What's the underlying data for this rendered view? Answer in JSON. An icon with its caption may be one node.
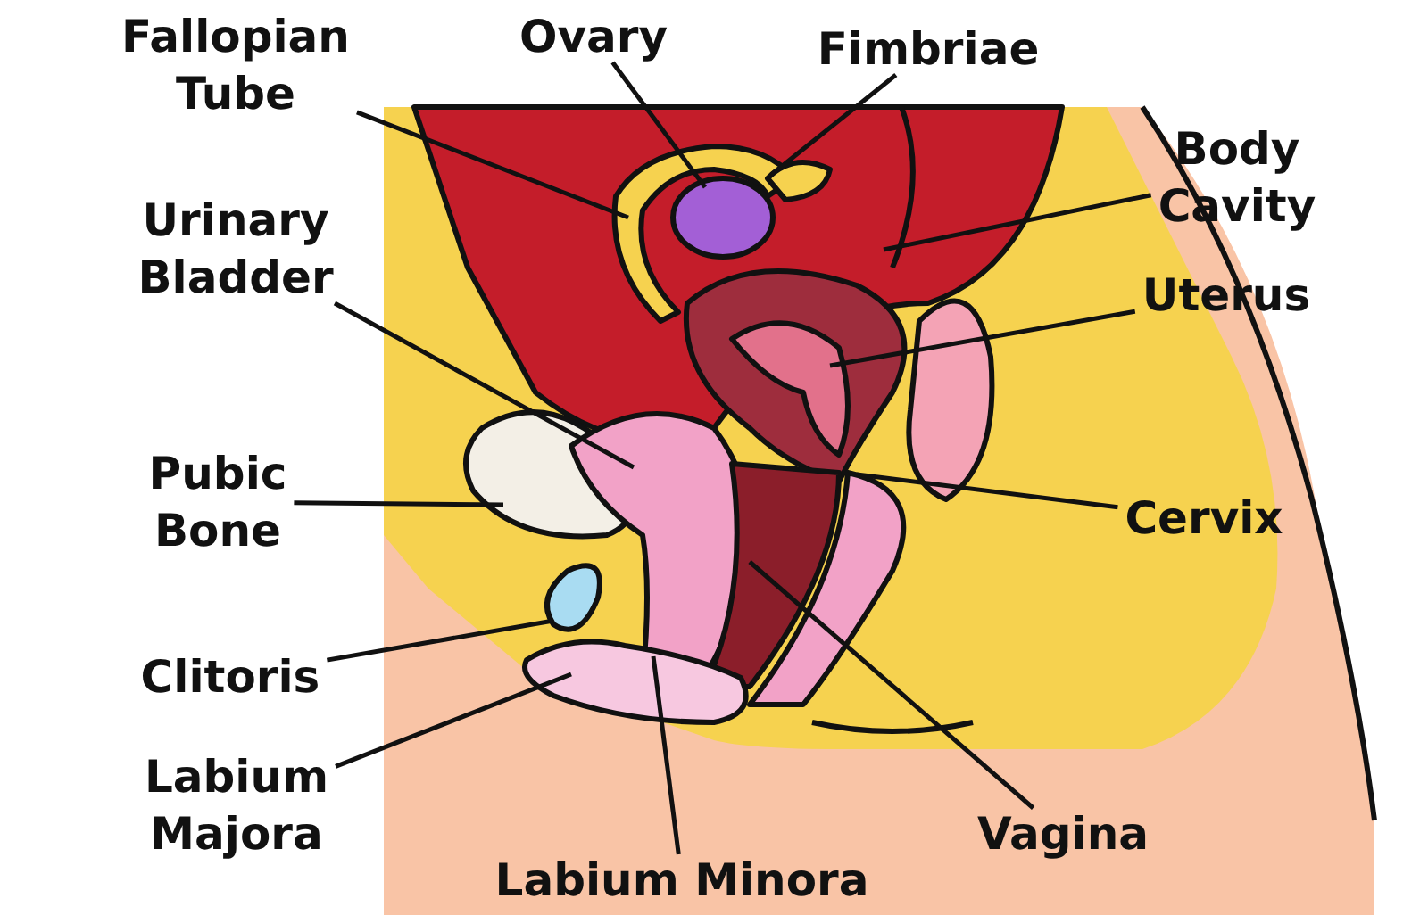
{
  "diagram": {
    "nodes": [
      {
        "text": [
          "Fallopian Tube"
        ]
      },
      {
        "text": [
          "Ovary"
        ]
      },
      {
        "text": [
          "Fimbriae"
        ]
      },
      {
        "text": [
          "Body Cavity"
        ]
      },
      {
        "text": [
          "Urinary Bladder"
        ]
      },
      {
        "text": [
          "Uterus"
        ]
      },
      {
        "text": [
          "Pubic Bone"
        ]
      },
      {
        "text": [
          "Cervix"
        ]
      },
      {
        "text": [
          "Clitoris"
        ]
      },
      {
        "text": [
          "Labium Majora"
        ]
      },
      {
        "text": [
          "Vagina"
        ]
      },
      {
        "text": [
          "Labium Minora"
        ]
      }
    ],
    "edges": [
      {
        "from": 0,
        "to": null,
        "arrow": "none"
      },
      {
        "from": 1,
        "to": null,
        "arrow": "none"
      },
      {
        "from": 2,
        "to": null,
        "arrow": "none"
      },
      {
        "from": 3,
        "to": null,
        "arrow": "none"
      },
      {
        "from": 4,
        "to": null,
        "arrow": "none"
      },
      {
        "from": 5,
        "to": null,
        "arrow": "none"
      },
      {
        "from": 6,
        "to": null,
        "arrow": "none"
      },
      {
        "from": 7,
        "to": null,
        "arrow": "none"
      },
      {
        "from": 8,
        "to": null,
        "arrow": "none"
      },
      {
        "from": 9,
        "to": null,
        "arrow": "none"
      },
      {
        "from": 10,
        "to": null,
        "arrow": "none"
      },
      {
        "from": 11,
        "to": null,
        "arrow": "none"
      }
    ]
  }
}
